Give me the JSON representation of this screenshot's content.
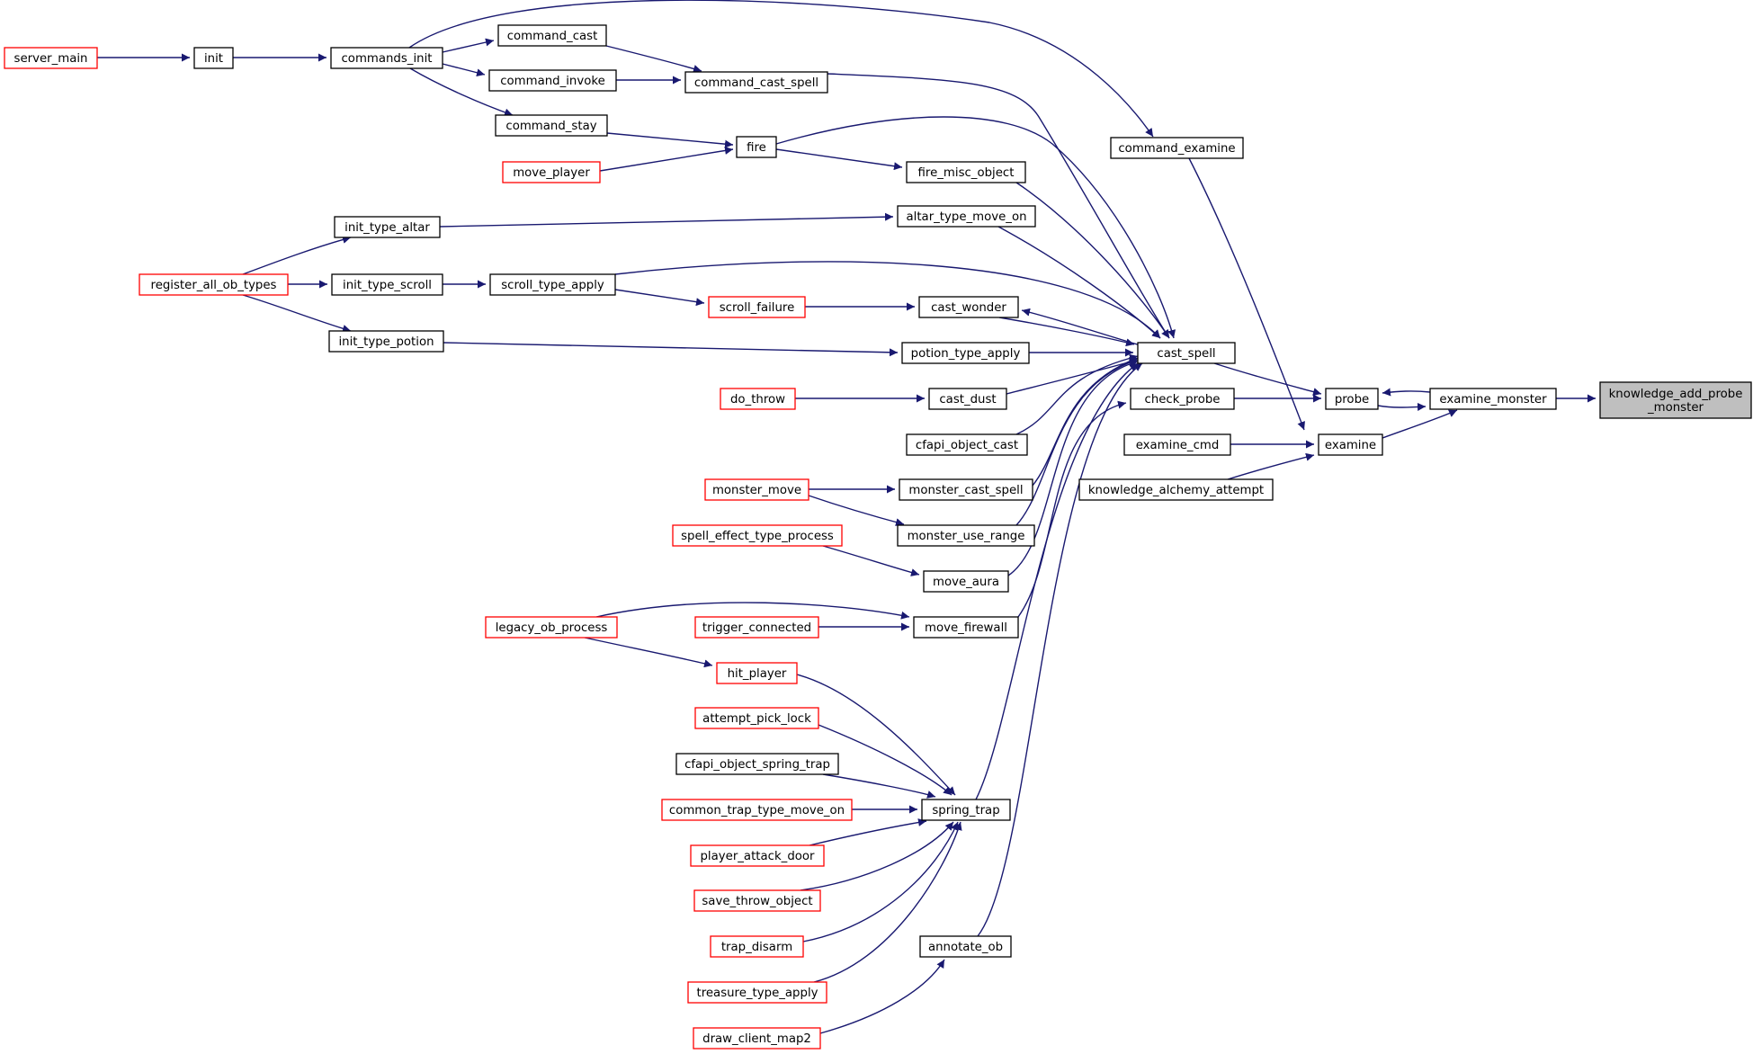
{
  "nodes": [
    {
      "id": "server_main",
      "lines": [
        "server_main"
      ],
      "style": "red"
    },
    {
      "id": "init",
      "lines": [
        "init"
      ],
      "style": "black"
    },
    {
      "id": "commands_init",
      "lines": [
        "commands_init"
      ],
      "style": "black"
    },
    {
      "id": "command_cast",
      "lines": [
        "command_cast"
      ],
      "style": "black"
    },
    {
      "id": "command_invoke",
      "lines": [
        "command_invoke"
      ],
      "style": "black"
    },
    {
      "id": "command_cast_spell",
      "lines": [
        "command_cast_spell"
      ],
      "style": "black"
    },
    {
      "id": "command_stay",
      "lines": [
        "command_stay"
      ],
      "style": "black"
    },
    {
      "id": "move_player",
      "lines": [
        "move_player"
      ],
      "style": "red"
    },
    {
      "id": "fire",
      "lines": [
        "fire"
      ],
      "style": "black"
    },
    {
      "id": "command_examine",
      "lines": [
        "command_examine"
      ],
      "style": "black"
    },
    {
      "id": "fire_misc_object",
      "lines": [
        "fire_misc_object"
      ],
      "style": "black"
    },
    {
      "id": "init_type_altar",
      "lines": [
        "init_type_altar"
      ],
      "style": "black"
    },
    {
      "id": "altar_type_move_on",
      "lines": [
        "altar_type_move_on"
      ],
      "style": "black"
    },
    {
      "id": "register_all_ob_types",
      "lines": [
        "register_all_ob_types"
      ],
      "style": "red"
    },
    {
      "id": "init_type_scroll",
      "lines": [
        "init_type_scroll"
      ],
      "style": "black"
    },
    {
      "id": "scroll_type_apply",
      "lines": [
        "scroll_type_apply"
      ],
      "style": "black"
    },
    {
      "id": "scroll_failure",
      "lines": [
        "scroll_failure"
      ],
      "style": "red"
    },
    {
      "id": "cast_wonder",
      "lines": [
        "cast_wonder"
      ],
      "style": "black"
    },
    {
      "id": "init_type_potion",
      "lines": [
        "init_type_potion"
      ],
      "style": "black"
    },
    {
      "id": "potion_type_apply",
      "lines": [
        "potion_type_apply"
      ],
      "style": "black"
    },
    {
      "id": "cast_spell",
      "lines": [
        "cast_spell"
      ],
      "style": "black"
    },
    {
      "id": "do_throw",
      "lines": [
        "do_throw"
      ],
      "style": "red"
    },
    {
      "id": "cast_dust",
      "lines": [
        "cast_dust"
      ],
      "style": "black"
    },
    {
      "id": "check_probe",
      "lines": [
        "check_probe"
      ],
      "style": "black"
    },
    {
      "id": "probe",
      "lines": [
        "probe"
      ],
      "style": "black"
    },
    {
      "id": "examine_monster",
      "lines": [
        "examine_monster"
      ],
      "style": "black"
    },
    {
      "id": "knowledge_add_probe_monster",
      "lines": [
        "knowledge_add_probe",
        "_monster"
      ],
      "style": "root"
    },
    {
      "id": "cfapi_object_cast",
      "lines": [
        "cfapi_object_cast"
      ],
      "style": "black"
    },
    {
      "id": "examine_cmd",
      "lines": [
        "examine_cmd"
      ],
      "style": "black"
    },
    {
      "id": "examine",
      "lines": [
        "examine"
      ],
      "style": "black"
    },
    {
      "id": "knowledge_alchemy_attempt",
      "lines": [
        "knowledge_alchemy_attempt"
      ],
      "style": "black"
    },
    {
      "id": "monster_move",
      "lines": [
        "monster_move"
      ],
      "style": "red"
    },
    {
      "id": "monster_cast_spell",
      "lines": [
        "monster_cast_spell"
      ],
      "style": "black"
    },
    {
      "id": "monster_use_range",
      "lines": [
        "monster_use_range"
      ],
      "style": "black"
    },
    {
      "id": "spell_effect_type_process",
      "lines": [
        "spell_effect_type_process"
      ],
      "style": "red"
    },
    {
      "id": "move_aura",
      "lines": [
        "move_aura"
      ],
      "style": "black"
    },
    {
      "id": "legacy_ob_process",
      "lines": [
        "legacy_ob_process"
      ],
      "style": "red"
    },
    {
      "id": "trigger_connected",
      "lines": [
        "trigger_connected"
      ],
      "style": "red"
    },
    {
      "id": "move_firewall",
      "lines": [
        "move_firewall"
      ],
      "style": "black"
    },
    {
      "id": "hit_player",
      "lines": [
        "hit_player"
      ],
      "style": "red"
    },
    {
      "id": "attempt_pick_lock",
      "lines": [
        "attempt_pick_lock"
      ],
      "style": "red"
    },
    {
      "id": "cfapi_object_spring_trap",
      "lines": [
        "cfapi_object_spring_trap"
      ],
      "style": "black"
    },
    {
      "id": "common_trap_type_move_on",
      "lines": [
        "common_trap_type_move_on"
      ],
      "style": "red"
    },
    {
      "id": "spring_trap",
      "lines": [
        "spring_trap"
      ],
      "style": "black"
    },
    {
      "id": "player_attack_door",
      "lines": [
        "player_attack_door"
      ],
      "style": "red"
    },
    {
      "id": "save_throw_object",
      "lines": [
        "save_throw_object"
      ],
      "style": "red"
    },
    {
      "id": "trap_disarm",
      "lines": [
        "trap_disarm"
      ],
      "style": "red"
    },
    {
      "id": "treasure_type_apply",
      "lines": [
        "treasure_type_apply"
      ],
      "style": "red"
    },
    {
      "id": "annotate_ob",
      "lines": [
        "annotate_ob"
      ],
      "style": "black"
    },
    {
      "id": "draw_client_map2",
      "lines": [
        "draw_client_map2"
      ],
      "style": "red"
    }
  ],
  "edges": [
    {
      "from": "server_main",
      "to": "init"
    },
    {
      "from": "init",
      "to": "commands_init"
    },
    {
      "from": "commands_init",
      "to": "command_cast"
    },
    {
      "from": "commands_init",
      "to": "command_invoke"
    },
    {
      "from": "commands_init",
      "to": "command_stay"
    },
    {
      "from": "commands_init",
      "to": "command_examine"
    },
    {
      "from": "command_cast",
      "to": "command_cast_spell"
    },
    {
      "from": "command_invoke",
      "to": "command_cast_spell"
    },
    {
      "from": "command_cast_spell",
      "to": "cast_spell"
    },
    {
      "from": "command_stay",
      "to": "fire"
    },
    {
      "from": "move_player",
      "to": "fire"
    },
    {
      "from": "fire",
      "to": "fire_misc_object"
    },
    {
      "from": "fire",
      "to": "cast_spell"
    },
    {
      "from": "fire_misc_object",
      "to": "cast_spell"
    },
    {
      "from": "command_examine",
      "to": "examine"
    },
    {
      "from": "register_all_ob_types",
      "to": "init_type_altar"
    },
    {
      "from": "register_all_ob_types",
      "to": "init_type_scroll"
    },
    {
      "from": "register_all_ob_types",
      "to": "init_type_potion"
    },
    {
      "from": "init_type_altar",
      "to": "altar_type_move_on"
    },
    {
      "from": "altar_type_move_on",
      "to": "cast_spell"
    },
    {
      "from": "init_type_scroll",
      "to": "scroll_type_apply"
    },
    {
      "from": "scroll_type_apply",
      "to": "scroll_failure"
    },
    {
      "from": "scroll_type_apply",
      "to": "cast_spell"
    },
    {
      "from": "scroll_failure",
      "to": "cast_wonder"
    },
    {
      "from": "cast_wonder",
      "to": "cast_spell"
    },
    {
      "from": "cast_spell",
      "to": "cast_wonder"
    },
    {
      "from": "init_type_potion",
      "to": "potion_type_apply"
    },
    {
      "from": "potion_type_apply",
      "to": "cast_spell"
    },
    {
      "from": "do_throw",
      "to": "cast_dust"
    },
    {
      "from": "cast_dust",
      "to": "cast_spell"
    },
    {
      "from": "cast_spell",
      "to": "probe"
    },
    {
      "from": "cfapi_object_cast",
      "to": "cast_spell"
    },
    {
      "from": "monster_cast_spell",
      "to": "cast_spell"
    },
    {
      "from": "monster_use_range",
      "to": "cast_spell"
    },
    {
      "from": "move_aura",
      "to": "cast_spell"
    },
    {
      "from": "move_firewall",
      "to": "check_probe"
    },
    {
      "from": "spring_trap",
      "to": "cast_spell"
    },
    {
      "from": "annotate_ob",
      "to": "cast_spell"
    },
    {
      "from": "check_probe",
      "to": "probe"
    },
    {
      "from": "probe",
      "to": "examine_monster"
    },
    {
      "from": "examine_monster",
      "to": "probe"
    },
    {
      "from": "examine_monster",
      "to": "knowledge_add_probe_monster"
    },
    {
      "from": "examine",
      "to": "examine_monster"
    },
    {
      "from": "examine_cmd",
      "to": "examine"
    },
    {
      "from": "knowledge_alchemy_attempt",
      "to": "examine"
    },
    {
      "from": "monster_move",
      "to": "monster_cast_spell"
    },
    {
      "from": "monster_move",
      "to": "monster_use_range"
    },
    {
      "from": "spell_effect_type_process",
      "to": "move_aura"
    },
    {
      "from": "legacy_ob_process",
      "to": "move_firewall"
    },
    {
      "from": "trigger_connected",
      "to": "move_firewall"
    },
    {
      "from": "legacy_ob_process",
      "to": "hit_player"
    },
    {
      "from": "hit_player",
      "to": "spring_trap"
    },
    {
      "from": "attempt_pick_lock",
      "to": "spring_trap"
    },
    {
      "from": "cfapi_object_spring_trap",
      "to": "spring_trap"
    },
    {
      "from": "common_trap_type_move_on",
      "to": "spring_trap"
    },
    {
      "from": "player_attack_door",
      "to": "spring_trap"
    },
    {
      "from": "save_throw_object",
      "to": "spring_trap"
    },
    {
      "from": "trap_disarm",
      "to": "spring_trap"
    },
    {
      "from": "treasure_type_apply",
      "to": "spring_trap"
    },
    {
      "from": "draw_client_map2",
      "to": "annotate_ob"
    }
  ],
  "colors": {
    "edge": "#191970",
    "node_border": "#000000",
    "node_border_incomplete": "#ff0000",
    "root_fill": "#bfbfbf"
  }
}
